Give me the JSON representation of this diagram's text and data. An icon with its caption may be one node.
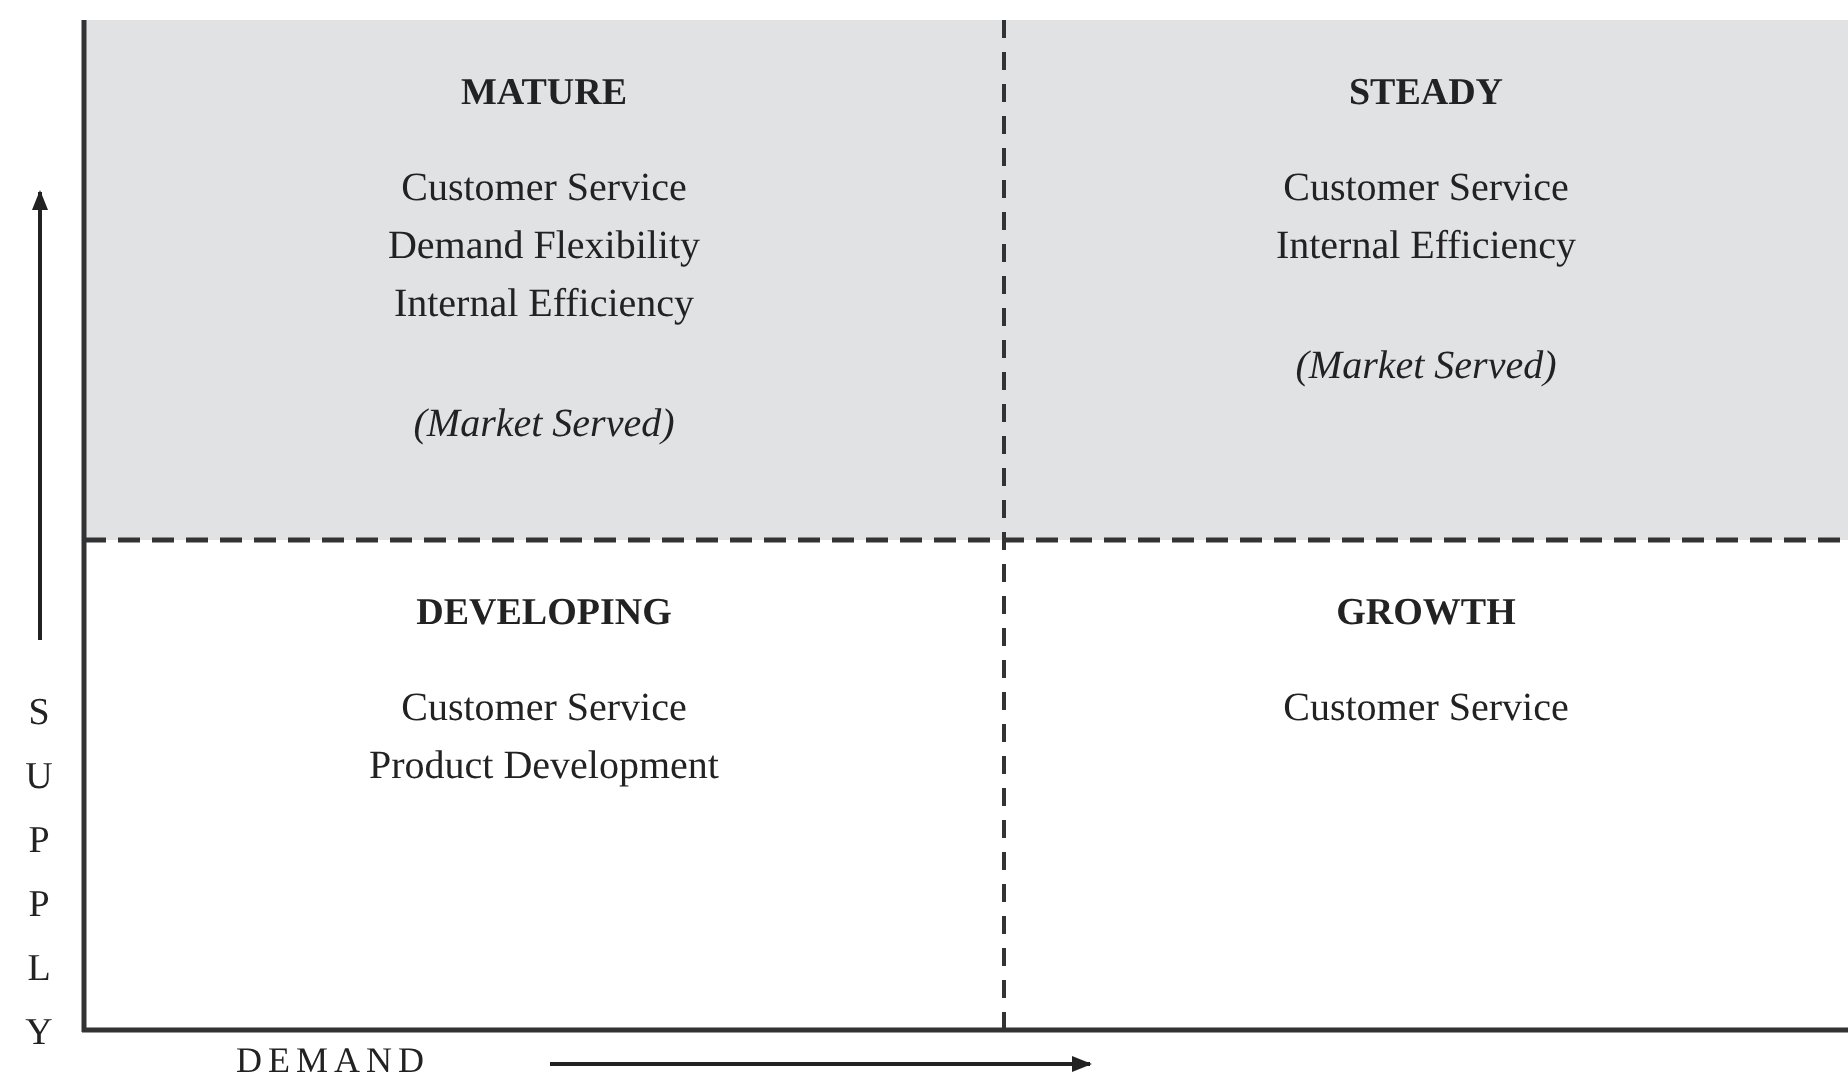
{
  "diagram": {
    "nodes": [
      {
        "text": [
          "MATURE",
          "Customer Service",
          "Demand Flexibility",
          "Internal Efficiency",
          "*(Market Served)*"
        ]
      },
      {
        "text": [
          "STEADY",
          "Customer Service",
          "Internal Efficiency",
          "*(Market Served)*"
        ]
      },
      {
        "text": [
          "DEVELOPING",
          "Customer Service",
          "Product Development"
        ]
      },
      {
        "text": [
          "GROWTH",
          "Customer Service"
        ]
      }
    ],
    "labels": [
      "SUPPLY",
      "DEMAND"
    ]
  }
}
